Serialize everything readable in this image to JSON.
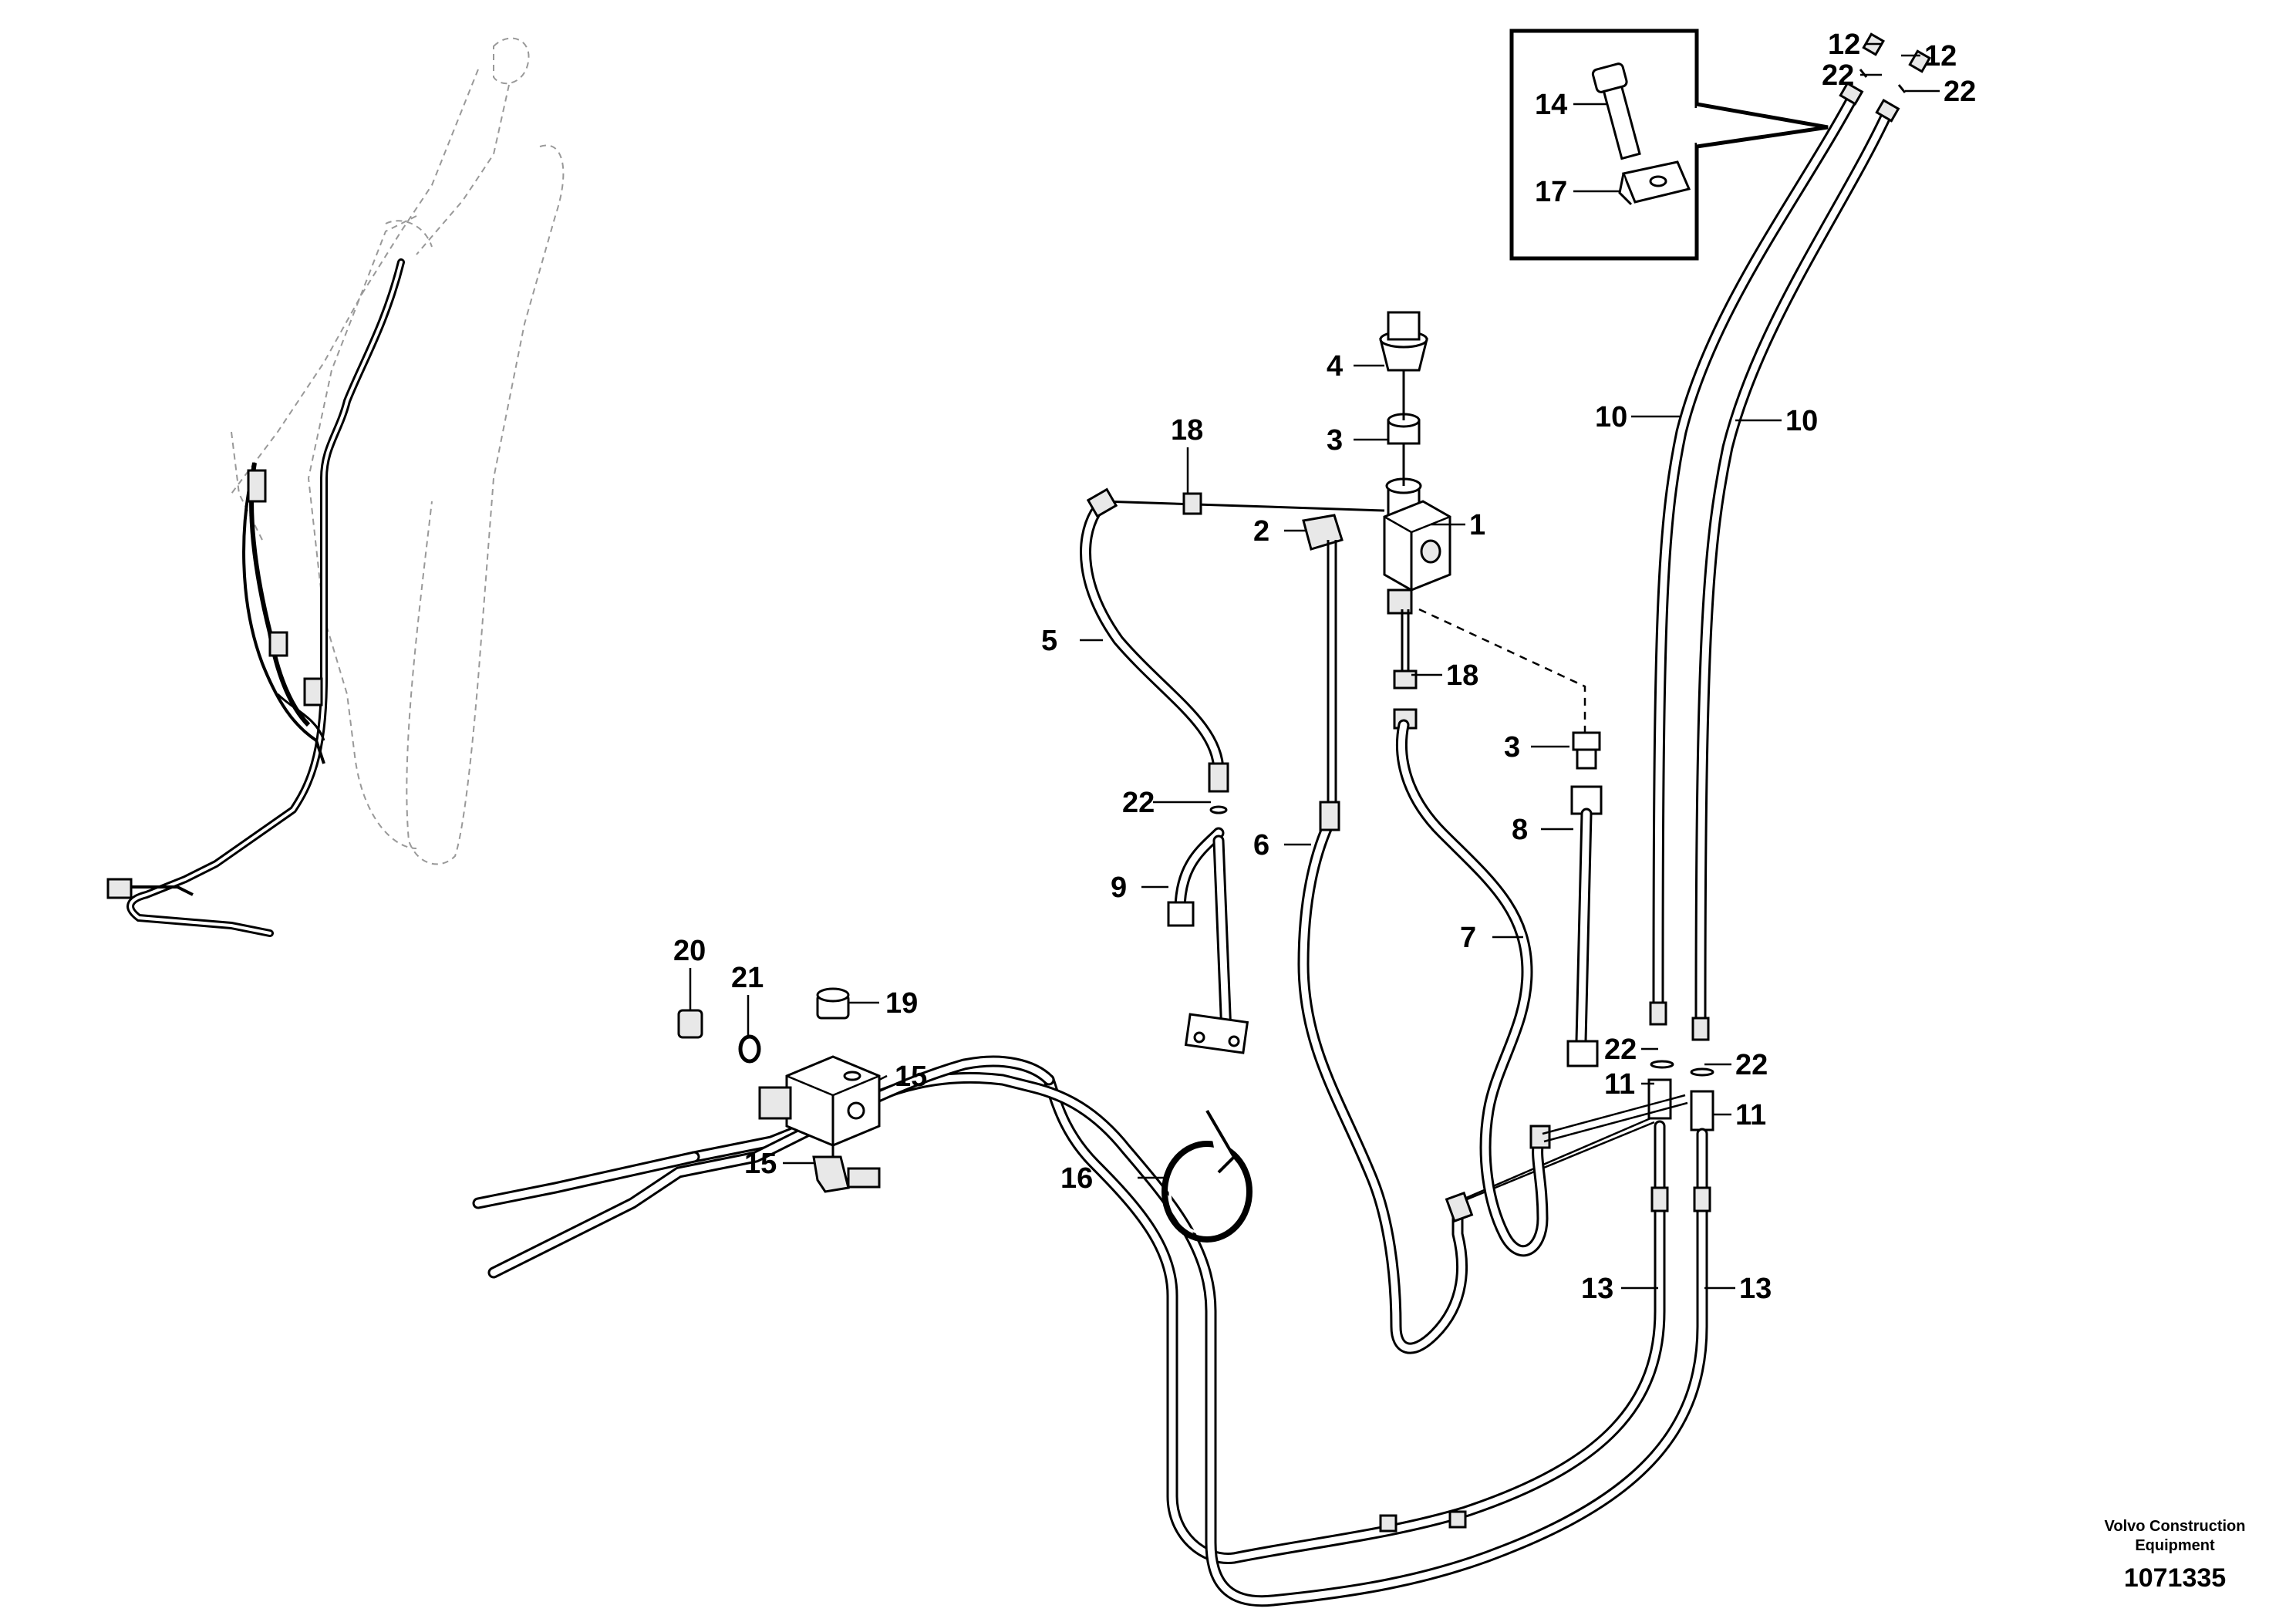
{
  "callouts": {
    "c1": "1",
    "c2": "2",
    "c3a": "3",
    "c3b": "3",
    "c4": "4",
    "c5": "5",
    "c6": "6",
    "c7": "7",
    "c8": "8",
    "c9": "9",
    "c10a": "10",
    "c10b": "10",
    "c11a": "11",
    "c11b": "11",
    "c12a": "12",
    "c12b": "12",
    "c13a": "13",
    "c13b": "13",
    "c14": "14",
    "c15a": "15",
    "c15b": "15",
    "c16": "16",
    "c17": "17",
    "c18a": "18",
    "c18b": "18",
    "c19": "19",
    "c20": "20",
    "c21": "21",
    "c22a": "22",
    "c22b": "22",
    "c22c": "22",
    "c22d": "22",
    "c22e": "22"
  },
  "footer": {
    "brand_line1": "Volvo Construction",
    "brand_line2": "Equipment",
    "doc_number": "1071335"
  }
}
